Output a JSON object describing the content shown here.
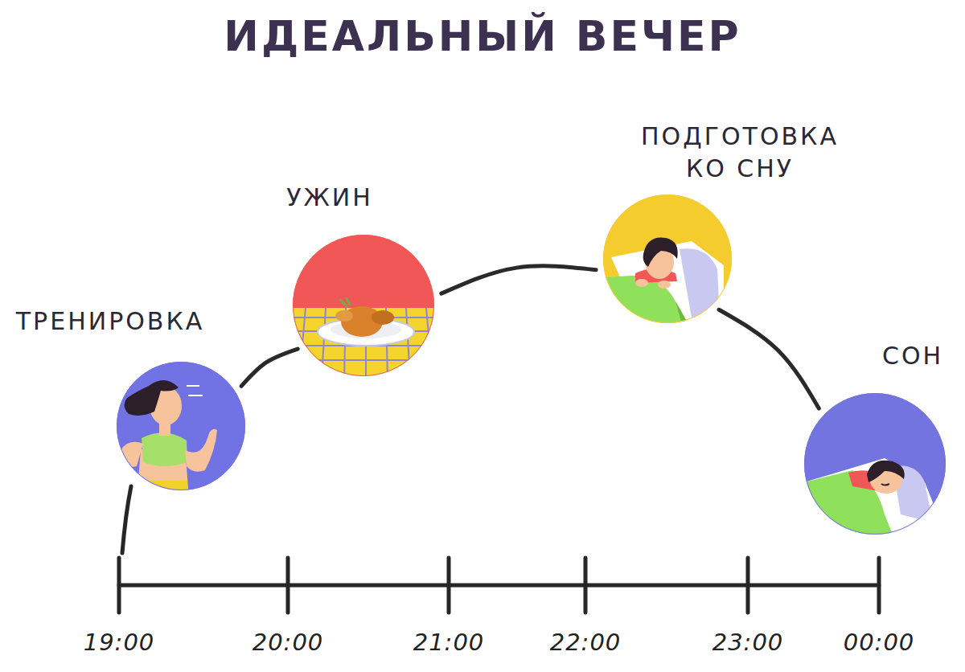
{
  "diagram": {
    "title": "ИДЕАЛЬНЫЙ ВЕЧЕР",
    "nodes": [
      {
        "text": [
          "ТРЕНИРОВКА"
        ]
      },
      {
        "text": [
          "УЖИН"
        ]
      },
      {
        "text": [
          "ПОДГОТОВКА КО СНУ"
        ]
      },
      {
        "text": [
          "СОН"
        ]
      }
    ],
    "edges": [
      {
        "from": 0,
        "to": 1,
        "arrow": "none"
      },
      {
        "from": 1,
        "to": 2,
        "arrow": "none"
      },
      {
        "from": 2,
        "to": 3,
        "arrow": "none"
      }
    ],
    "labels": [
      "19:00",
      "20:00",
      "21:00",
      "22:00",
      "23:00",
      "00:00"
    ]
  }
}
